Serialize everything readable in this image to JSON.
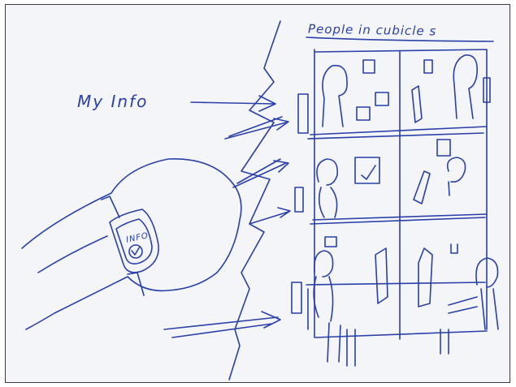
{
  "sketch": {
    "title": "People in cubicle s",
    "my_info_label": "My Info",
    "watch_screen_label": "INFO",
    "ink_color": "#2a3fa8",
    "paper_color": "#f4f5f8"
  }
}
